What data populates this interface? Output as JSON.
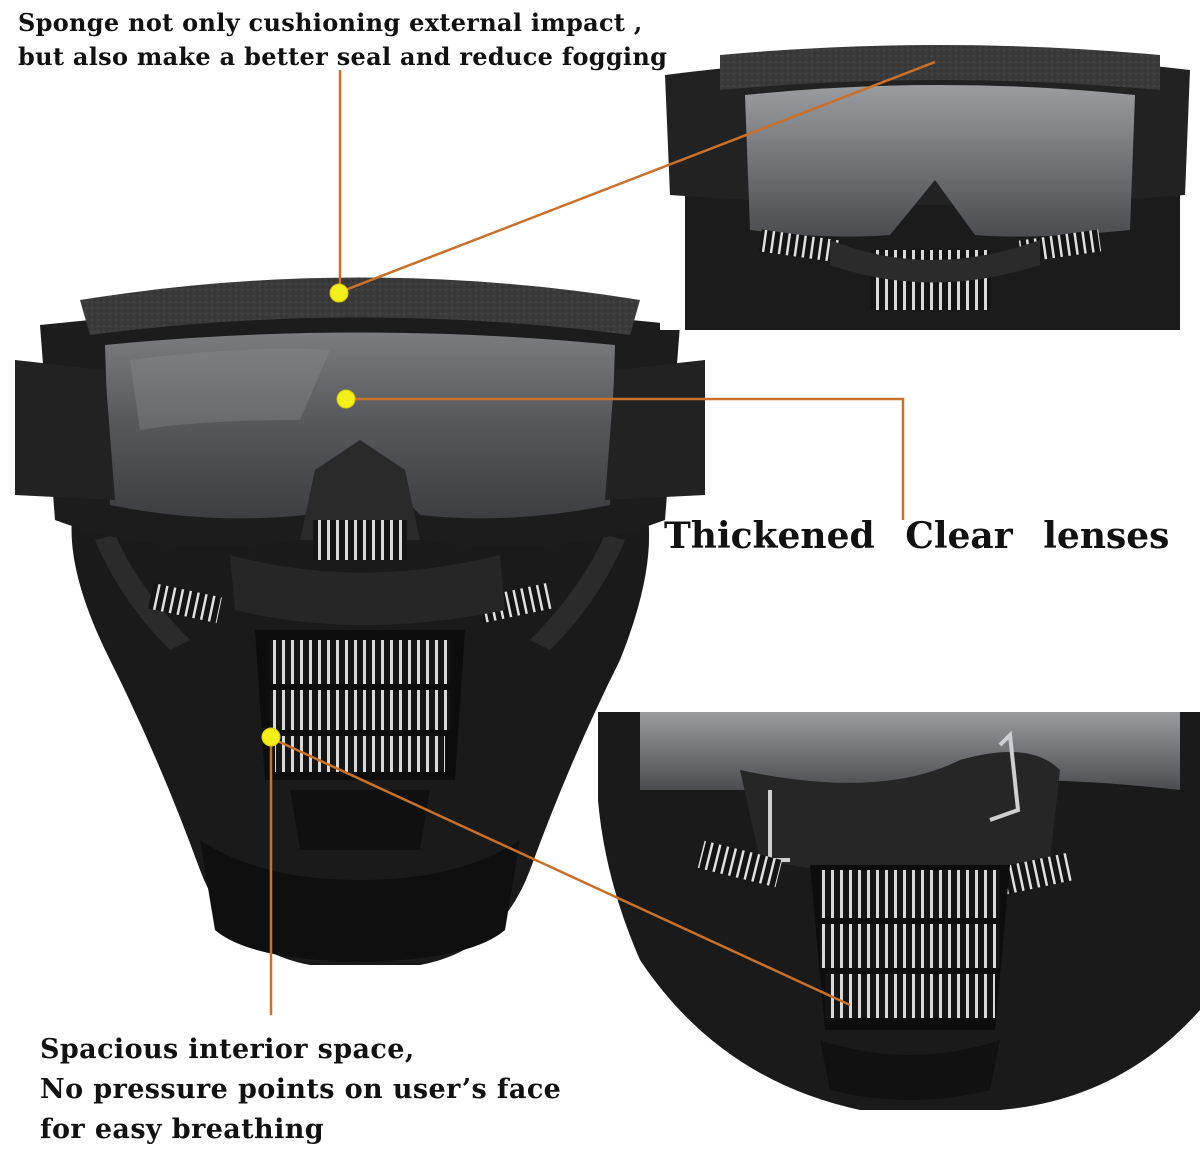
{
  "captions": {
    "sponge": {
      "line1": "Sponge not only cushioning external impact ,",
      "line2": "but also  make a better seal and reduce fogging"
    },
    "lens": {
      "line1": "Thickened  Clear        lenses"
    },
    "interior": {
      "line1": "Spacious interior space,",
      "line2": "No pressure points on user’s face",
      "line3": "for easy breathing"
    }
  },
  "colors": {
    "leader_line": "#c9702a",
    "marker_dot": "#f4ee1a",
    "mask_body": "#1a1a1a",
    "lens_tint": "#5a5c60",
    "strap": "#2a2a2a",
    "sponge": "#3b3b3b",
    "vent_slot": "#e6e6e6"
  }
}
